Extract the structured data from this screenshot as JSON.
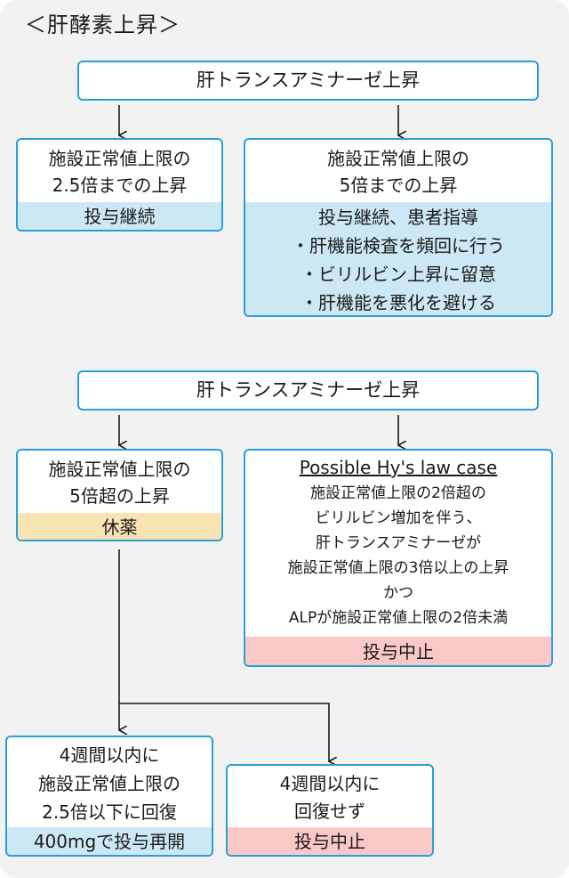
{
  "title": "＜肝酵素上昇＞",
  "top_flow": {
    "header": "肝トランスアミナーゼ上昇",
    "left": {
      "line1": "施設正常値上限の",
      "line2": "2.5倍までの上昇",
      "action": "投与継続"
    },
    "right": {
      "line1": "施設正常値上限の",
      "line2": "5倍までの上昇",
      "action": "投与継続、患者指導",
      "bullets": [
        "・肝機能検査を頻回に行う",
        "・ビリルビン上昇に留意",
        "・肝機能を悪化を避ける"
      ]
    }
  },
  "bottom_flow": {
    "header": "肝トランスアミナーゼ上昇",
    "left": {
      "line1": "施設正常値上限の",
      "line2": "5倍超の上昇",
      "action": "休薬"
    },
    "right": {
      "heading": "Possible Hy's law case",
      "lines": [
        "施設正常値上限の2倍超の",
        "ビリルビン増加を伴う、",
        "肝トランスアミナーゼが",
        "施設正常値上限の3倍以上の上昇",
        "かつ",
        "ALPが施設正常値上限の2倍未満"
      ],
      "action": "投与中止"
    },
    "resume": {
      "line1": "4週間以内に",
      "line2": "施設正常値上限の",
      "line3": "2.5倍以下に回復",
      "action": "400mgで投与再開"
    },
    "stop": {
      "line1": "4週間以内に",
      "line2": "回復せず",
      "action": "投与中止"
    }
  },
  "colors": {
    "border": "#2a9fd6",
    "blue_band": "#cde8f5",
    "yellow_band": "#f8e4b3",
    "pink_band": "#fbc8c8"
  }
}
